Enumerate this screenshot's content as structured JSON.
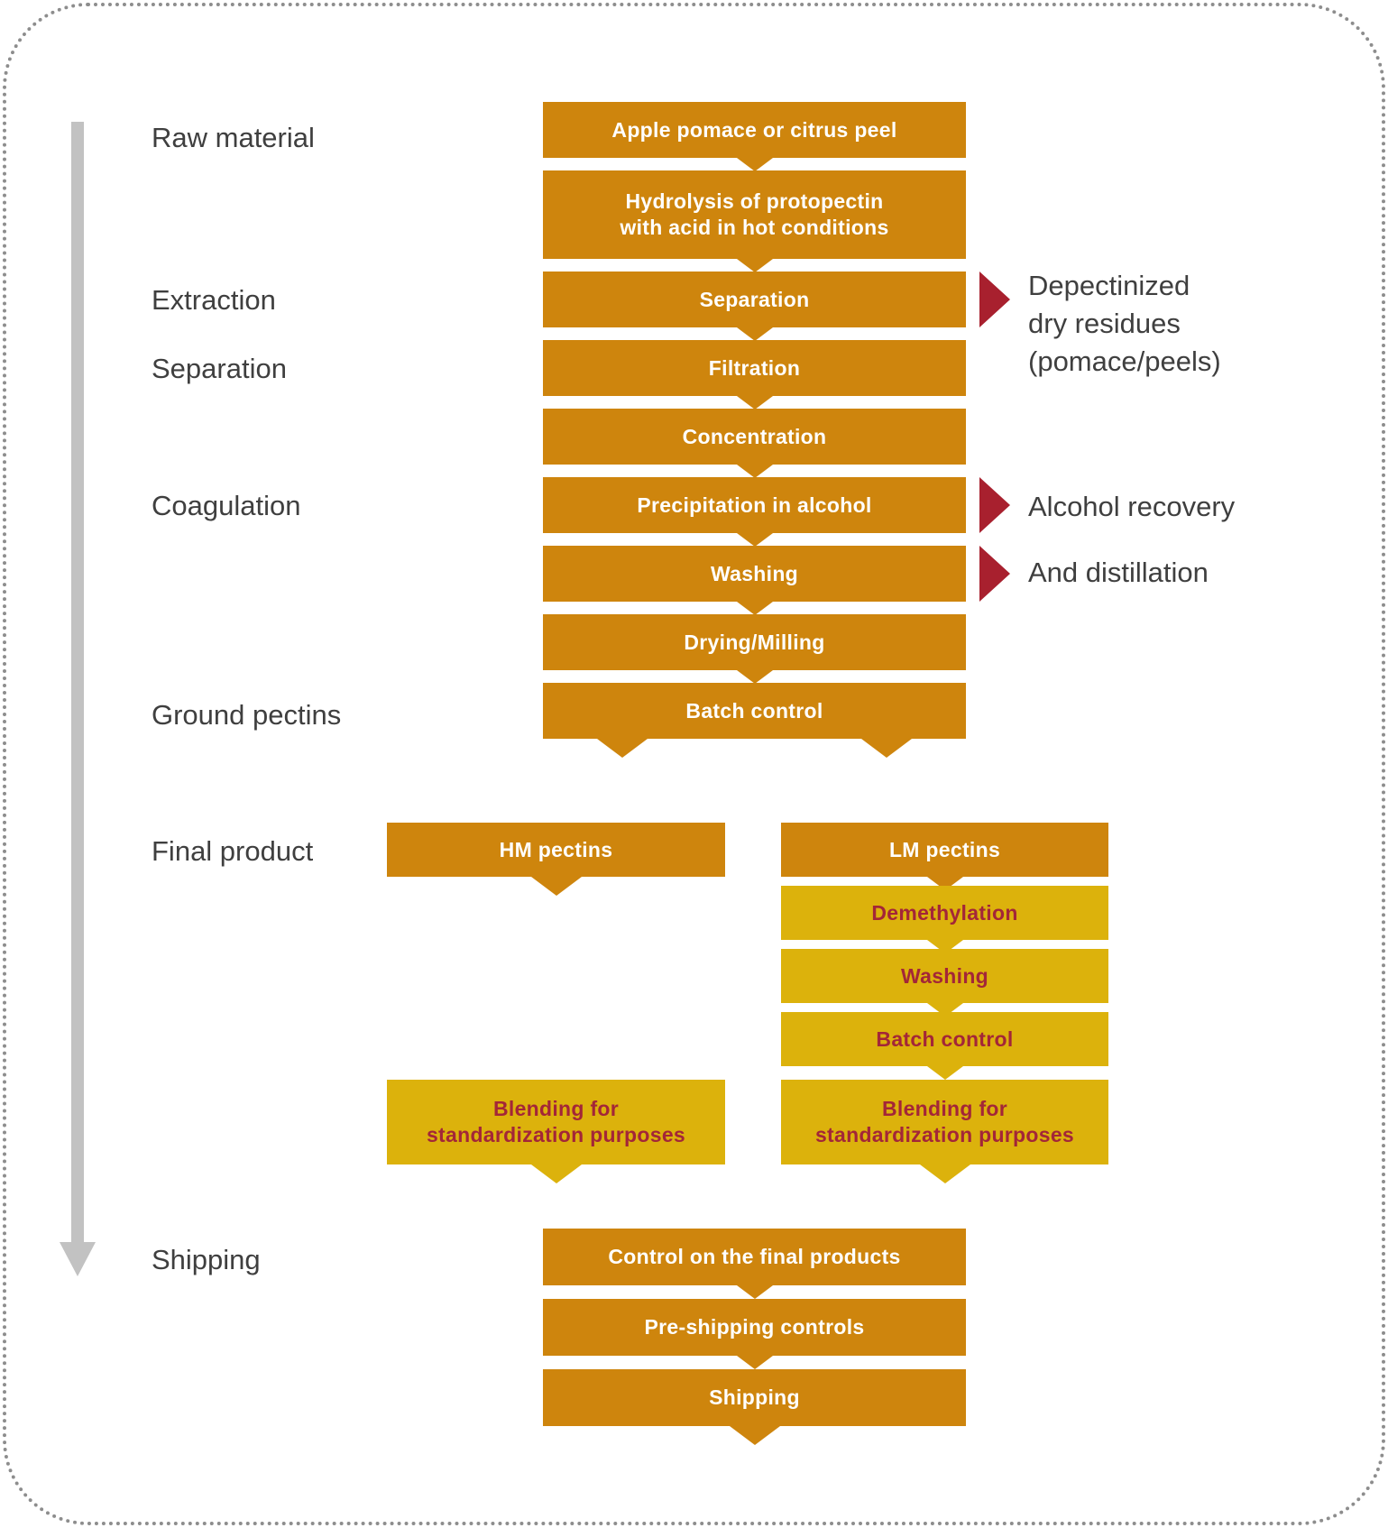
{
  "diagram": {
    "colors": {
      "orange": "#ce850d",
      "yellow": "#dcb20c",
      "maroon_text": "#a32638",
      "arrow_red": "#a8202e",
      "label_gray": "#3f3f3f",
      "flow_arrow_gray": "#c2c2c2",
      "border_dot_gray": "#8d8d8d"
    },
    "stages": [
      {
        "label": "Raw material"
      },
      {
        "label": "Extraction"
      },
      {
        "label": "Separation"
      },
      {
        "label": "Coagulation"
      },
      {
        "label": "Ground pectins"
      },
      {
        "label": "Final product"
      },
      {
        "label": "Shipping"
      }
    ],
    "main_chain": [
      "Apple pomace or citrus peel",
      "Hydrolysis of protopectin\nwith acid in hot conditions",
      "Separation",
      "Filtration",
      "Concentration",
      "Precipitation in alcohol",
      "Washing",
      "Drying/Milling",
      "Batch control"
    ],
    "side_notes": [
      "Depectinized\ndry residues\n(pomace/peels)",
      "Alcohol recovery",
      "And distillation"
    ],
    "hm_branch": {
      "header": "HM pectins",
      "blending": "Blending for\nstandardization purposes"
    },
    "lm_branch": {
      "header": "LM pectins",
      "steps": [
        "Demethylation",
        "Washing",
        "Batch control"
      ],
      "blending": "Blending for\nstandardization purposes"
    },
    "shipping_chain": [
      "Control on the final products",
      "Pre-shipping controls",
      "Shipping"
    ]
  }
}
